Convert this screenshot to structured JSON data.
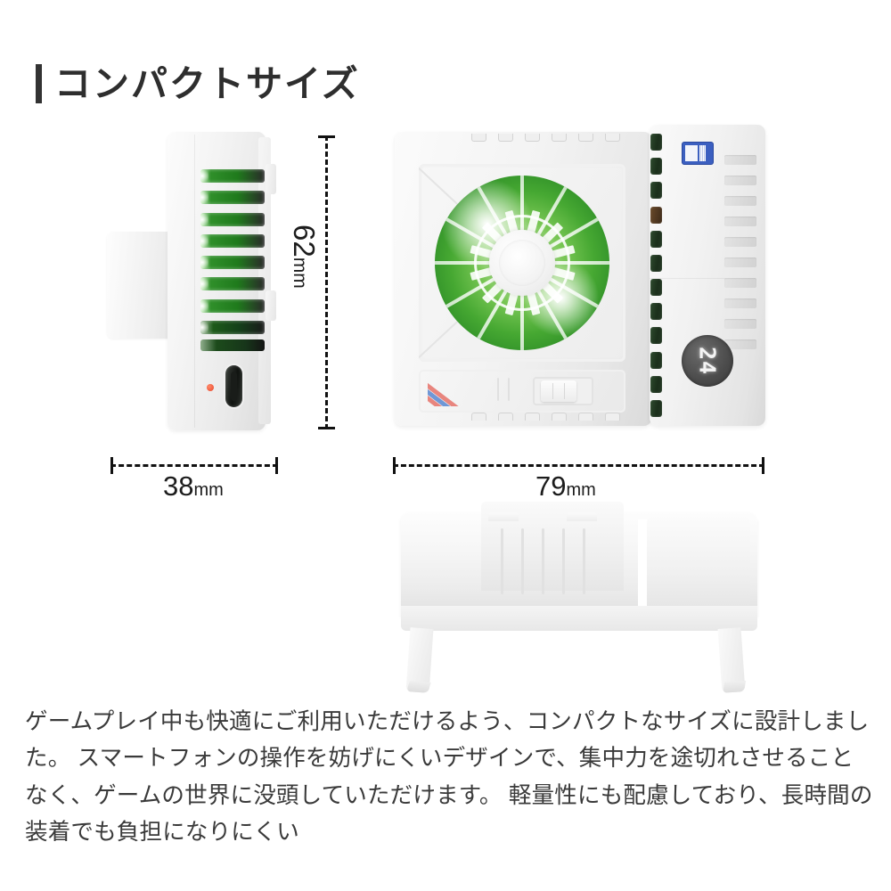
{
  "heading": {
    "text": "コンパクトサイズ",
    "accent_color": "#333333"
  },
  "dimensions": {
    "width_side": {
      "value": "38",
      "unit": "mm"
    },
    "height": {
      "value": "62",
      "unit": "mm"
    },
    "width_front": {
      "value": "79",
      "unit": "mm"
    }
  },
  "product": {
    "display_reading": "24",
    "led_color": "#e8452a",
    "fan_glow_color": "#46a832",
    "stripe_colors": [
      "#e8857e",
      "#6f97d6",
      "#e8857e"
    ],
    "label_color": "#3b5fc0",
    "shell_color": "#f1f1f1"
  },
  "body_copy": "ゲームプレイ中も快適にご利用いただけるよう、コンパクトなサイズに設計しました。 スマートフォンの操作を妨げにくいデザインで、集中力を途切れさせることなく、ゲームの世界に没頭していただけます。 軽量性にも配慮しており、長時間の装着でも負担になりにくい"
}
